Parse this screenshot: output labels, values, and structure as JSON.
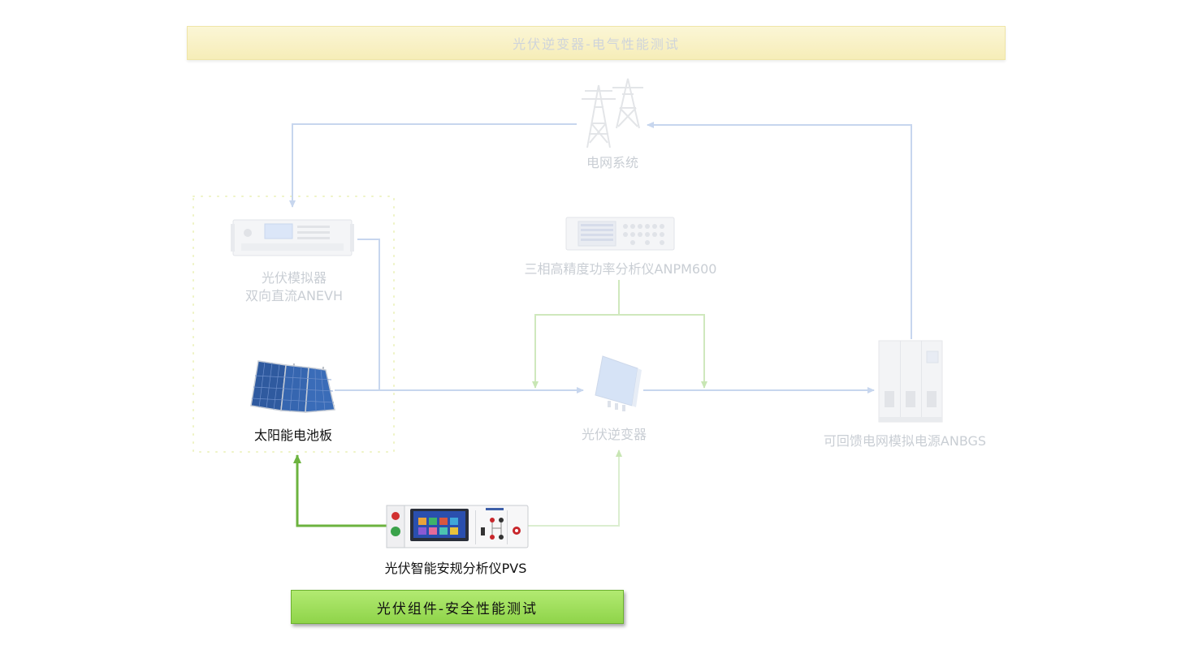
{
  "top_banner": "光伏逆变器-电气性能测试",
  "bottom_banner": "光伏组件-安全性能测试",
  "nodes": {
    "grid": "电网系统",
    "pv_simulator_line1": "光伏模拟器",
    "pv_simulator_line2": "双向直流ANEVH",
    "power_analyzer": "三相高精度功率分析仪ANPM600",
    "solar_panel": "太阳能电池板",
    "inverter": "光伏逆变器",
    "regen_grid": "可回馈电网模拟电源ANBGS",
    "safety_analyzer": "光伏智能安规分析仪PVS"
  },
  "colors": {
    "blue_line": "#c7d6ee",
    "green_faded_line": "#cfe8bd",
    "green_strong_line": "#6cb33f",
    "faded_text": "#c9ced4",
    "dark_text": "#111111"
  }
}
